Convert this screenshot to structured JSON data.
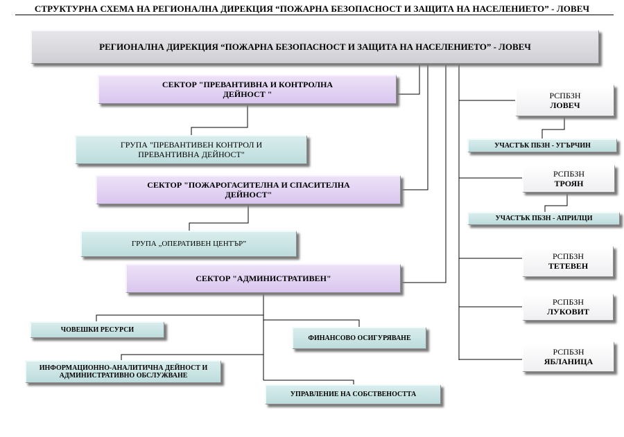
{
  "title": "СТРУКТУРНА СХЕМА НА РЕГИОНАЛНА ДИРЕКЦИЯ “ПОЖАРНА БЕЗОПАСНОСТ И ЗАЩИТА НА НАСЕЛЕНИЕТО” - ЛОВЕЧ",
  "root": "РЕГИОНАЛНА ДИРЕКЦИЯ “ПОЖАРНА БЕЗОПАСНОСТ И ЗАЩИТА НА НАСЕЛЕНИЕТО” - ЛОВЕЧ",
  "sectors": {
    "preventive": {
      "line1": "СЕКТОР \"ПРЕВАНТИВНА И КОНТРОЛНА",
      "line2": "ДЕЙНОСТ \""
    },
    "firefighting": {
      "line1": "СЕКТОР \"ПОЖАРОГАСИТЕЛНА И СПАСИТЕЛНА",
      "line2": "ДЕЙНОСТ\""
    },
    "administrative": "СЕКТОР \"АДМИНИСТРАТИВЕН\""
  },
  "groups": {
    "preventive": {
      "line1": "ГРУПА \"ПРЕВАНТИВЕН КОНТРОЛ И",
      "line2": "ПРЕВАНТИВНА ДЕЙНОСТ\""
    },
    "operative": "ГРУПА „ОПЕРАТИВЕН ЦЕНТЪР”"
  },
  "admin_units": {
    "hr": "ЧОВЕШКИ РЕСУРСИ",
    "finance": "ФИНАНСОВО ОСИГУРЯВАНЕ",
    "info": {
      "line1": "ИНФОРМАЦИОННО-АНАЛИТИЧНА ДЕЙНОСТ И",
      "line2": "АДМИНИСТРАТИВНО ОБСЛУЖВАНЕ"
    },
    "property": "УПРАВЛЕНИЕ НА СОБСТВЕНОСТТА"
  },
  "rspbzn": [
    {
      "abbr": "РСПБЗН",
      "city": "ЛОВЕЧ"
    },
    {
      "abbr": "РСПБЗН",
      "city": "ТРОЯН"
    },
    {
      "abbr": "РСПБЗН",
      "city": "ТЕТЕВЕН"
    },
    {
      "abbr": "РСПБЗН",
      "city": "ЛУКОВИТ"
    },
    {
      "abbr": "РСПБЗН",
      "city": "ЯБЛАНИЦА"
    }
  ],
  "sections": [
    "УЧАСТЪК ПБЗН - УГЪРЧИН",
    "УЧАСТЪК ПБЗН - АПРИЛЦИ"
  ]
}
